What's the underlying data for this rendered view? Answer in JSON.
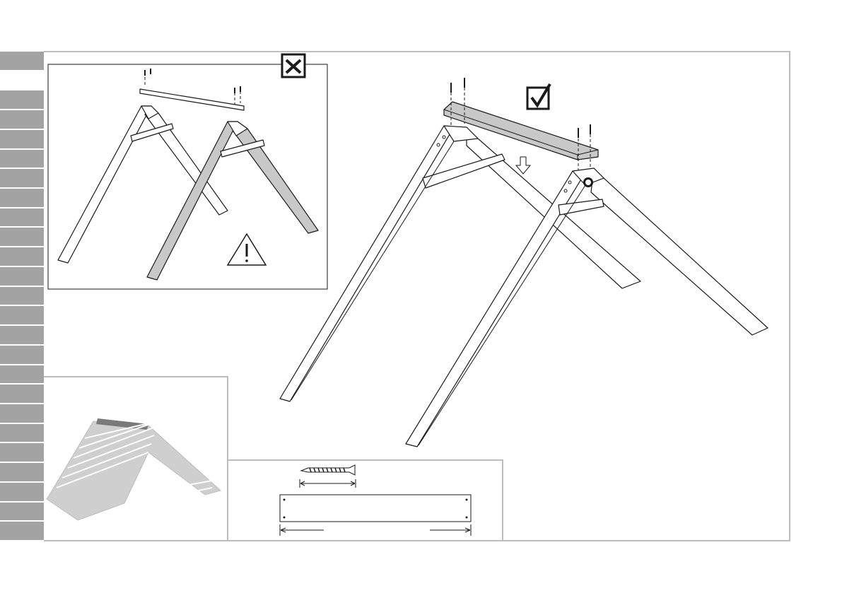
{
  "manual": {
    "sidebar": {
      "tab_count": 25,
      "active_index": 1
    },
    "incorrect_panel": {
      "marker": "cross-box-icon",
      "warning": "!"
    },
    "correct_panel": {
      "marker": "check-box-icon"
    },
    "preview_panel": {
      "icon": "assembled-swing-set-thumbnail"
    },
    "parts_panel": {
      "items": [
        "screw-icon",
        "wooden-beam-icon"
      ]
    },
    "colors": {
      "frame": "#bdbdbd",
      "sidebar": "#9a9a9a",
      "beam_fill": "#c8c8c8",
      "line": "#1a1a1a"
    }
  }
}
